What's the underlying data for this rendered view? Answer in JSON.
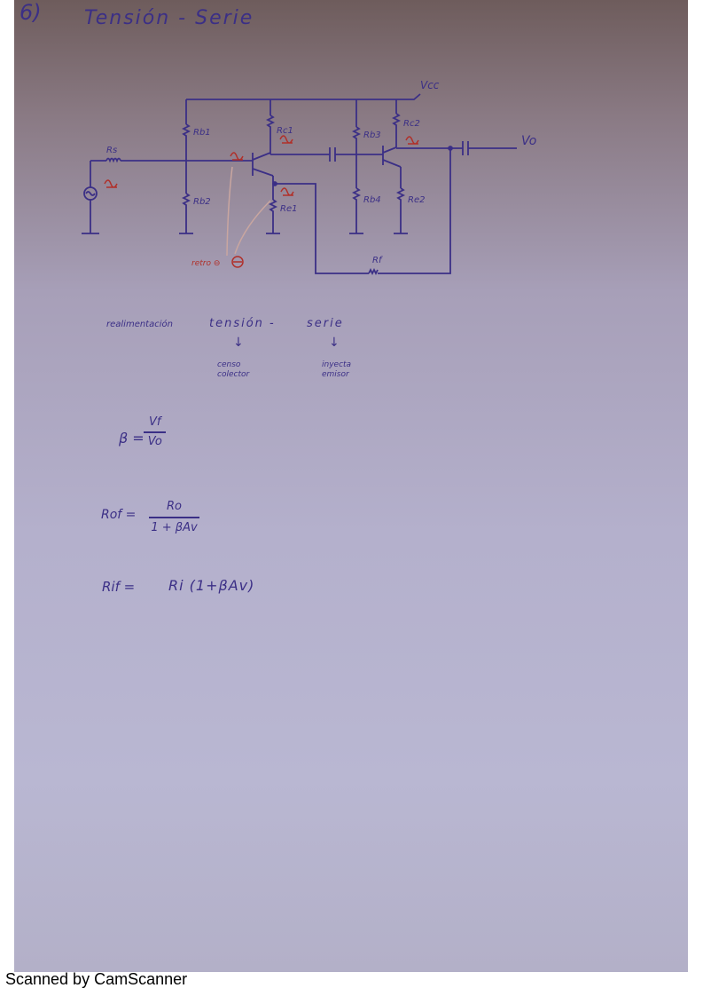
{
  "header": {
    "number": "6)",
    "title": "Tensión - Serie"
  },
  "circuit": {
    "labels": {
      "vcc": "Vcc",
      "vo": "Vo",
      "rs": "Rs",
      "rb1": "Rb1",
      "rb2": "Rb2",
      "rc1": "Rc1",
      "re1": "Re1",
      "rb3": "Rb3",
      "rb4": "Rb4",
      "rc2": "Rc2",
      "re2": "Re2",
      "rf": "Rf"
    },
    "annotation": "retro ⊖",
    "colors": {
      "ink": "#3b2f86",
      "red": "#b0302a"
    }
  },
  "notes": {
    "type_label": "realimentación",
    "tension": "tensión -",
    "serie": "serie",
    "tension_desc_1": "censo",
    "tension_desc_2": "colector",
    "serie_desc_1": "inyecta",
    "serie_desc_2": "emisor"
  },
  "formulas": {
    "beta_lhs": "β =",
    "beta_num": "Vf",
    "beta_den": "Vo",
    "rof_lhs": "Rof =",
    "rof_num": "Ro",
    "rof_den": "1 + βAv",
    "rif_lhs": "Rif =",
    "rif_rhs": "Ri (1+βAv)"
  },
  "footer": "Scanned by CamScanner"
}
